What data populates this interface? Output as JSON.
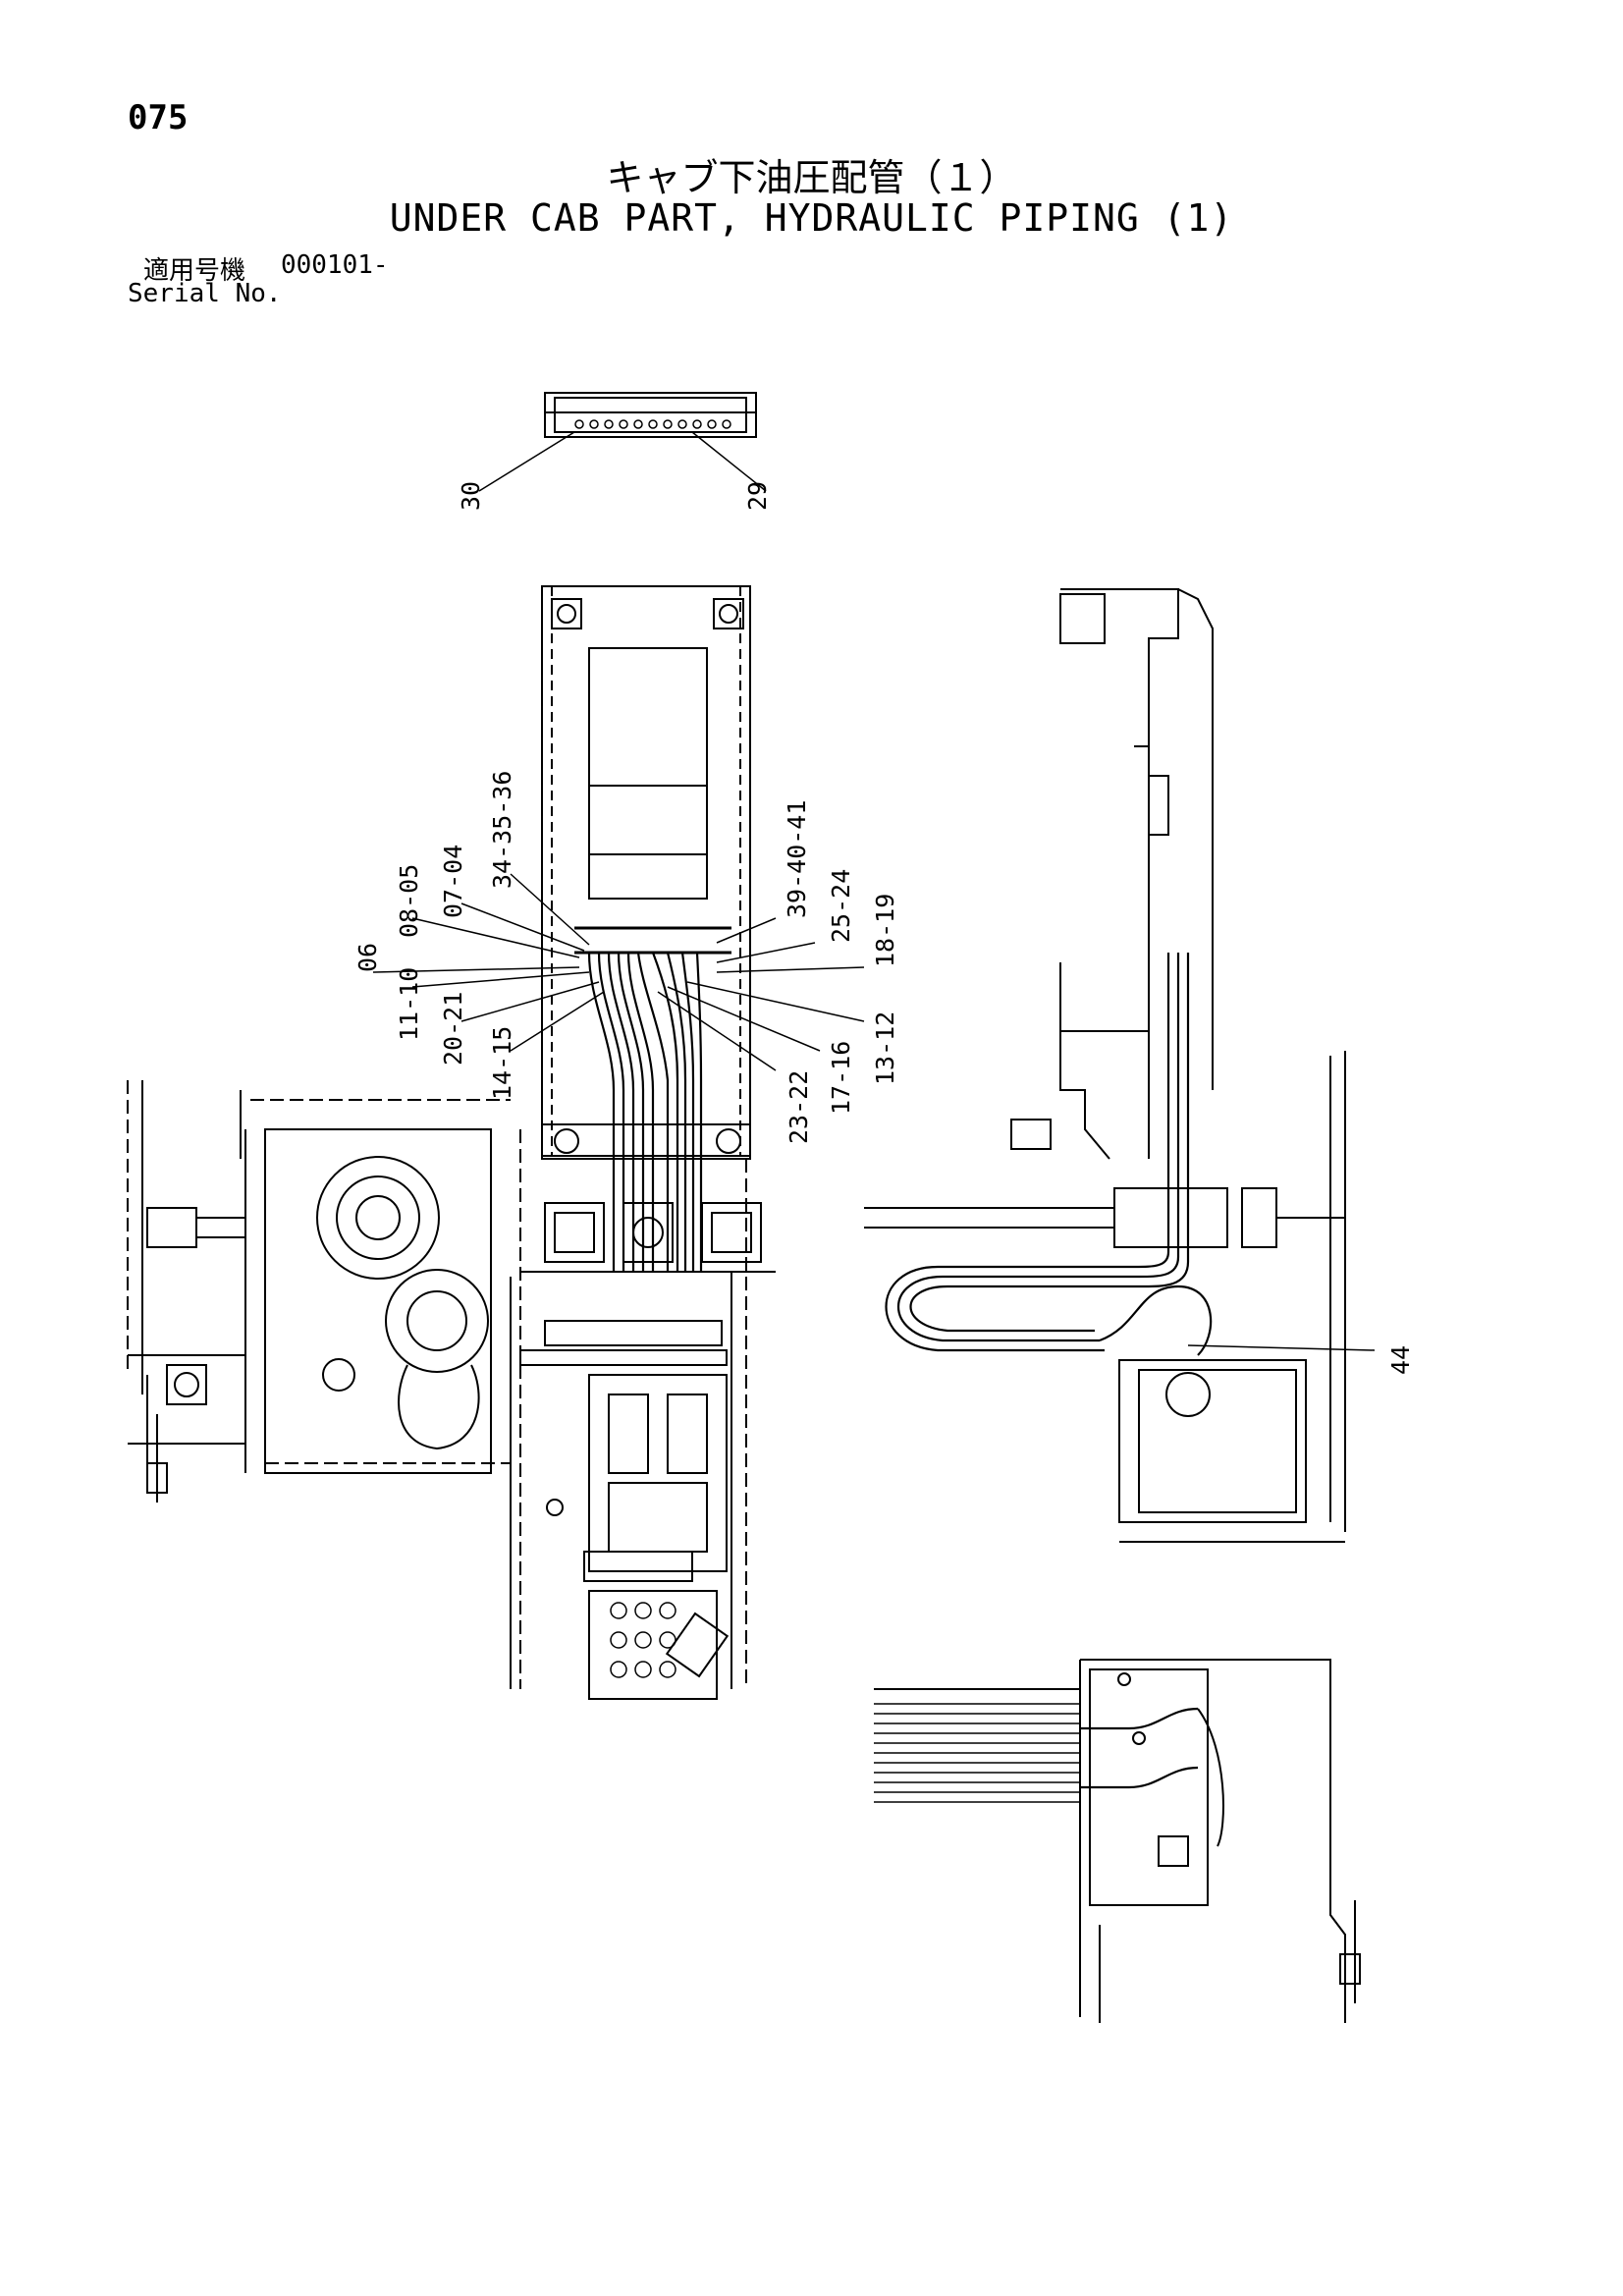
{
  "header": {
    "page_number": "075",
    "title_jp": "キャブ下油圧配管（１）",
    "title_en": "UNDER CAB PART, HYDRAULIC PIPING (1)",
    "serial_label_jp": "適用号機",
    "serial_code": "000101-",
    "serial_label_en": "Serial No."
  },
  "callouts": [
    {
      "id": "c30",
      "text": "30"
    },
    {
      "id": "c29",
      "text": "29"
    },
    {
      "id": "c06",
      "text": "06"
    },
    {
      "id": "c0805",
      "text": "08-05"
    },
    {
      "id": "c0704",
      "text": "07-04"
    },
    {
      "id": "c343536",
      "text": "34-35-36"
    },
    {
      "id": "c1110",
      "text": "11-10"
    },
    {
      "id": "c2021",
      "text": "20-21"
    },
    {
      "id": "c1415",
      "text": "14-15"
    },
    {
      "id": "c394041",
      "text": "39-40-41"
    },
    {
      "id": "c2524",
      "text": "25-24"
    },
    {
      "id": "c1819",
      "text": "18-19"
    },
    {
      "id": "c1312",
      "text": "13-12"
    },
    {
      "id": "c1716",
      "text": "17-16"
    },
    {
      "id": "c2322",
      "text": "23-22"
    },
    {
      "id": "c44",
      "text": "44"
    }
  ],
  "colors": {
    "ink": "#000000",
    "paper": "#ffffff"
  }
}
